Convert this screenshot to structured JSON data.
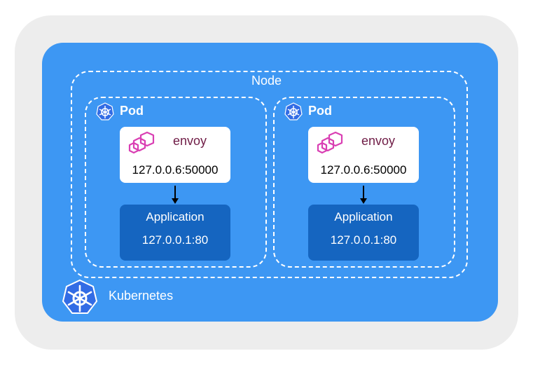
{
  "cluster": {
    "label": "Kubernetes"
  },
  "node": {
    "label": "Node"
  },
  "pods": [
    {
      "label": "Pod",
      "envoy": {
        "name": "envoy",
        "address": "127.0.0.6:50000"
      },
      "app": {
        "title": "Application",
        "address": "127.0.0.1:80"
      }
    },
    {
      "label": "Pod",
      "envoy": {
        "name": "envoy",
        "address": "127.0.0.6:50000"
      },
      "app": {
        "title": "Application",
        "address": "127.0.0.1:80"
      }
    }
  ],
  "colors": {
    "background": "#ededed",
    "cluster": "#3d97f3",
    "application": "#1565c0",
    "envoy_text": "#6f1c46",
    "envoy_logo": "#d93fb3",
    "k8s_logo": "#326ce5"
  },
  "icons": {
    "pod": "kubernetes-helm-icon",
    "envoy": "envoy-logo-icon",
    "cluster": "kubernetes-logo-icon",
    "flow": "arrow-down-icon"
  }
}
